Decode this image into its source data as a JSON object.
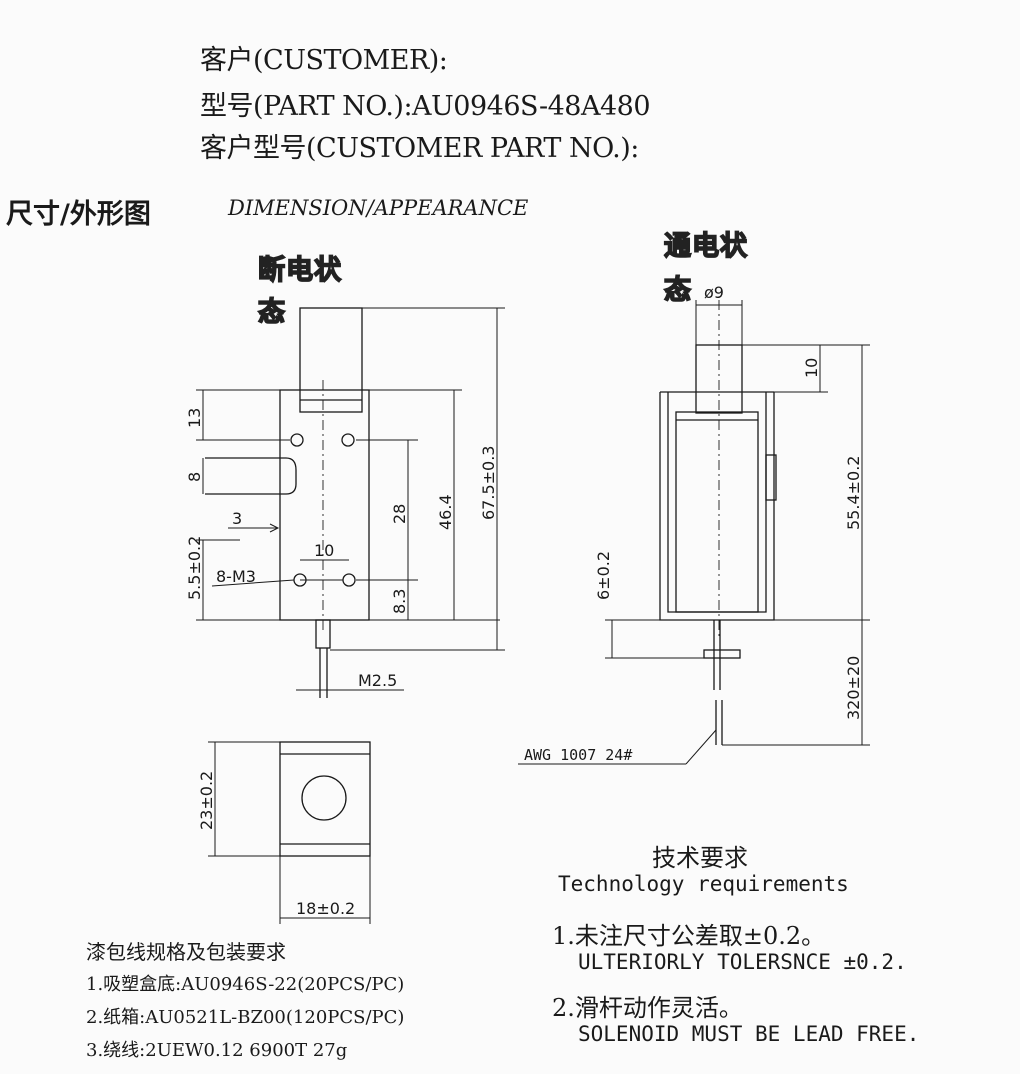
{
  "header": {
    "customer": "客户(CUSTOMER):",
    "part_no": "型号(PART NO.):AU0946S-48A480",
    "customer_part_no": "客户型号(CUSTOMER PART NO.):"
  },
  "section": {
    "title_zh": "尺寸/外形图",
    "title_en": "DIMENSION/APPEARANCE"
  },
  "states": {
    "off_line1": "断电状",
    "off_line2": "态",
    "on_line1": "通电状",
    "on_line2": "态"
  },
  "left_view": {
    "dims": {
      "d13": "13",
      "d8": "8",
      "d3": "3",
      "d55": "5.5±0.2",
      "d10": "10",
      "m3": "8-M3",
      "d28": "28",
      "d464": "46.4",
      "d675": "67.5±0.3",
      "d83": "8.3",
      "m25": "M2.5"
    }
  },
  "right_view": {
    "dims": {
      "dia9": "ø9",
      "d10": "10",
      "d554": "55.4±0.2",
      "d6": "6±0.2",
      "d320": "320±20",
      "wire": "AWG 1007 24#"
    }
  },
  "bottom_view": {
    "dims": {
      "d23": "23±0.2",
      "d18": "18±0.2"
    }
  },
  "packaging": {
    "title": "漆包线规格及包装要求",
    "items": [
      "1.吸塑盒底:AU0946S-22(20PCS/PC)",
      "2.纸箱:AU0521L-BZ00(120PCS/PC)",
      "3.绕线:2UEW0.12 6900T 27g"
    ]
  },
  "requirements": {
    "title_zh": "技术要求",
    "title_en": "Technology  requirements",
    "item1_zh": "1.未注尺寸公差取±0.2。",
    "item1_en": "ULTERIORLY TOLERSNCE ±0.2.",
    "item2_zh": "2.滑杆动作灵活。",
    "item2_en": "SOLENOID MUST BE LEAD FREE."
  }
}
